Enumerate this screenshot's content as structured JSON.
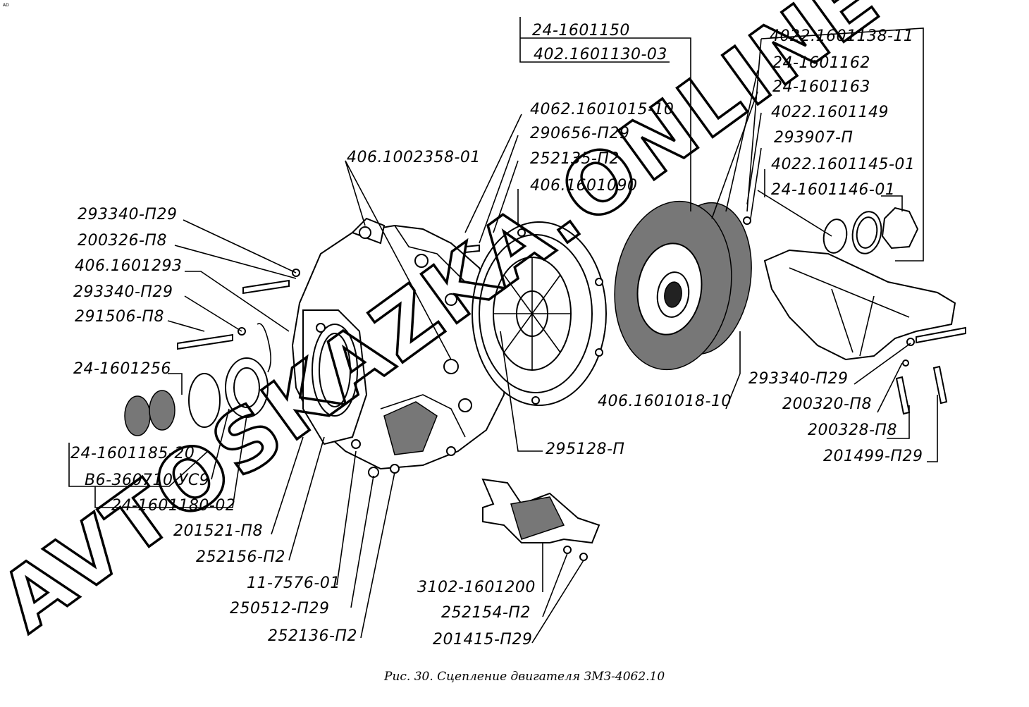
{
  "corner_mark": "AD",
  "caption": "Рис. 30. Сцепление двигателя ЗМЗ-4062.10",
  "watermark": "AVTOSKAZKA.ONLINE",
  "labels": {
    "l01": "24-1601150",
    "l02": "402.1601130-03",
    "l03": "4022.1601138-11",
    "l04": "24-1601162",
    "l05": "24-1601163",
    "l06": "4022.1601149",
    "l07": "293907-П",
    "l08": "4022.1601145-01",
    "l09": "24-1601146-01",
    "l10": "4062.1601015-10",
    "l11": "290656-П29",
    "l12": "252135-П2",
    "l13": "406.1601090",
    "l14": "406.1002358-01",
    "l15": "293340-П29",
    "l16": "200326-П8",
    "l17": "406.1601293",
    "l18": "293340-П29",
    "l19": "291506-П8",
    "l20": "24-1601256",
    "l21": "24-1601185-20",
    "l22": "В6-360710 УС9",
    "l23": "24-1601180-02",
    "l24": "201521-П8",
    "l25": "252156-П2",
    "l26": "11-7576-01",
    "l27": "250512-П29",
    "l28": "252136-П2",
    "l29": "295128-П",
    "l30": "406.1601018-10",
    "l31": "293340-П29",
    "l32": "200320-П8",
    "l33": "200328-П8",
    "l34": "201499-П29",
    "l35": "3102-1601200",
    "l36": "252154-П2",
    "l37": "201415-П29"
  }
}
